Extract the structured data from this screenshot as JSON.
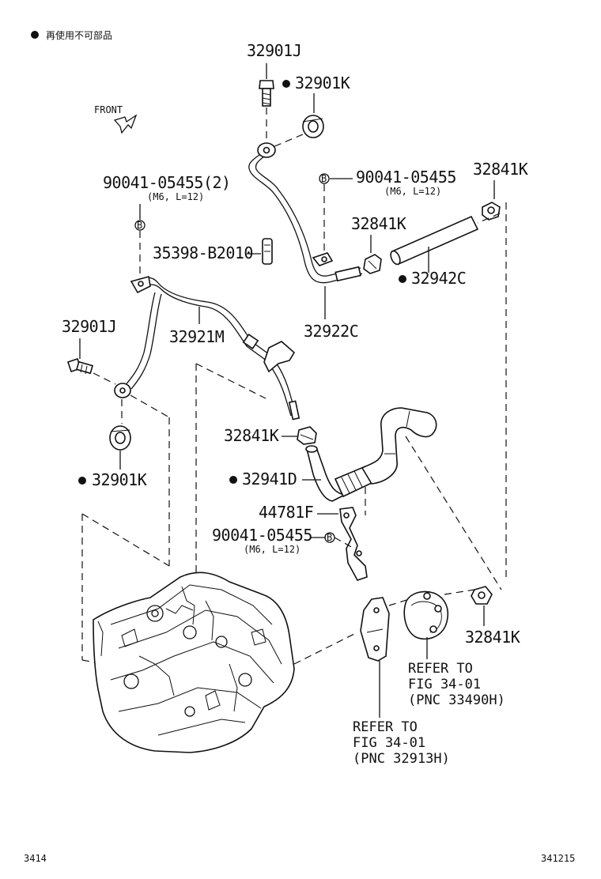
{
  "legend": {
    "text": "再使用不可部品"
  },
  "front_label": "FRONT",
  "parts": {
    "p32901J_top": "32901J",
    "p32901K_top": "32901K",
    "p90041_left": "90041-05455(2)",
    "p90041_left_spec": "(M6, L=12)",
    "p90041_right": "90041-05455",
    "p90041_right_spec": "(M6, L=12)",
    "p32841K_tr": "32841K",
    "p32841K_mid": "32841K",
    "p35398": "35398-B2010",
    "p32942C": "32942C",
    "p32922C": "32922C",
    "p32921M": "32921M",
    "p32901J_left": "32901J",
    "p32841K_lower": "32841K",
    "p32901K_left": "32901K",
    "p32941D": "32941D",
    "p44781F": "44781F",
    "p90041_bottom": "90041-05455",
    "p90041_bottom_spec": "(M6, L=12)",
    "p32841K_br": "32841K"
  },
  "refers": {
    "r1_line1": "REFER TO",
    "r1_line2": "FIG 34-01",
    "r1_line3": "(PNC 33490H)",
    "r2_line1": "REFER TO",
    "r2_line2": "FIG 34-01",
    "r2_line3": "(PNC 32913H)"
  },
  "bolt_marker": "B",
  "footer": {
    "page": "3414",
    "code": "341215"
  }
}
